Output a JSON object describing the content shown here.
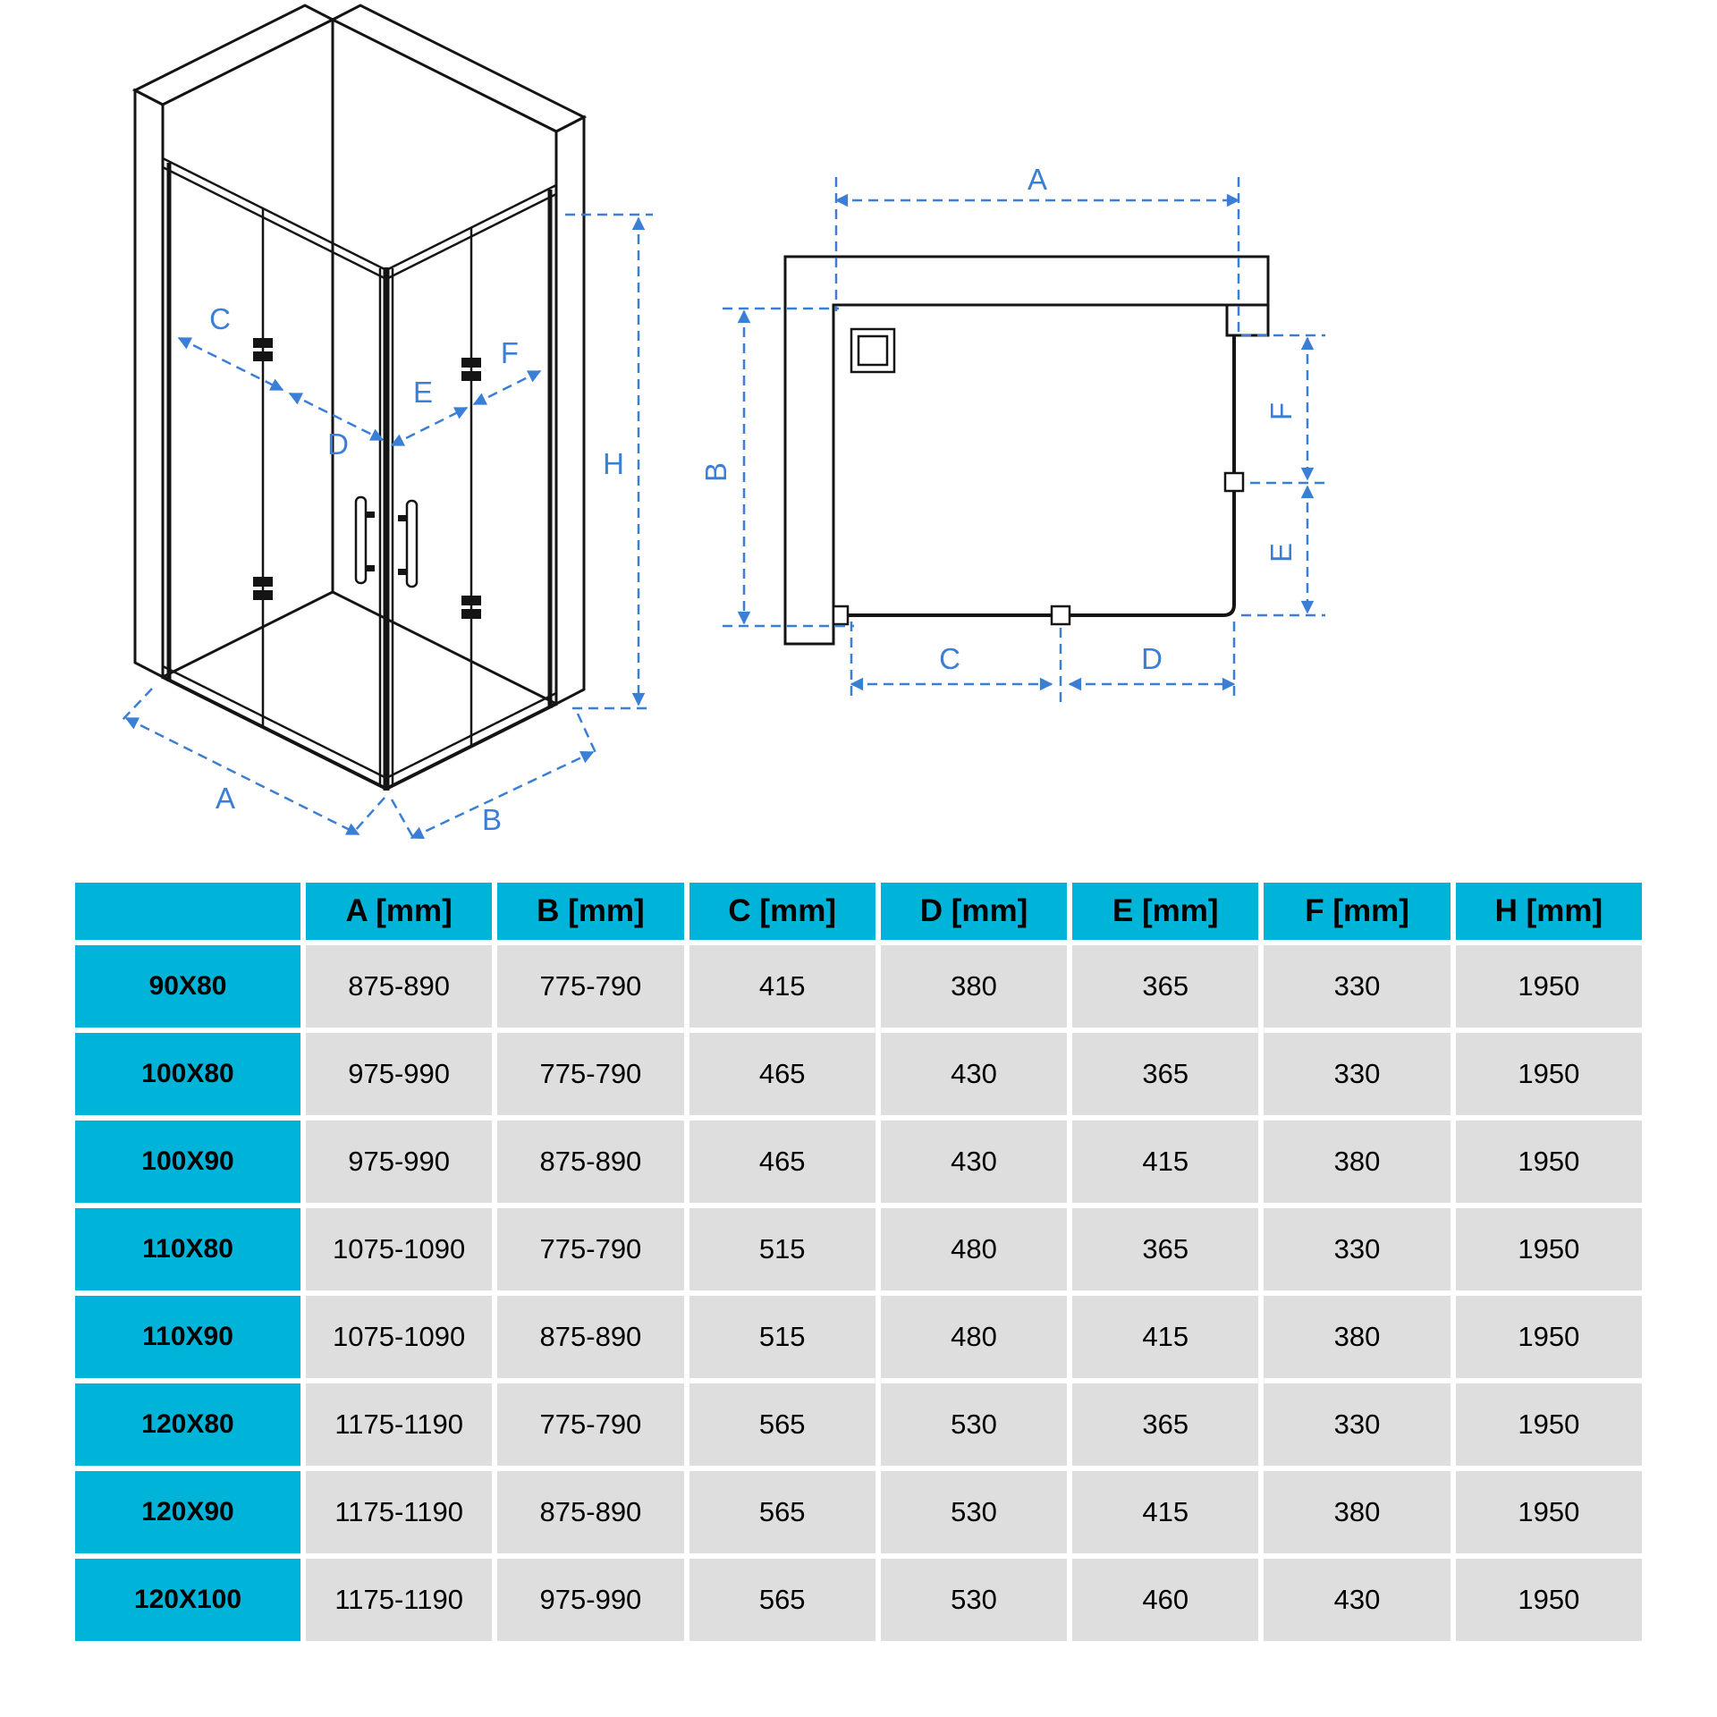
{
  "colors": {
    "accent": "#00b3d8",
    "dimension_blue": "#3a7fd5",
    "drawing_black": "#141414",
    "cell_gray": "#dedede"
  },
  "diagram": {
    "description": "Corner-entry bifold shower enclosure, isometric view and plan view with dimension callouts",
    "dim_labels": {
      "A": "A",
      "B": "B",
      "C": "C",
      "D": "D",
      "E": "E",
      "F": "F",
      "H": "H"
    }
  },
  "table": {
    "headers": [
      "",
      "A [mm]",
      "B [mm]",
      "C [mm]",
      "D [mm]",
      "E [mm]",
      "F [mm]",
      "H [mm]"
    ],
    "rows": [
      {
        "size": "90X80",
        "values": [
          "875-890",
          "775-790",
          "415",
          "380",
          "365",
          "330",
          "1950"
        ]
      },
      {
        "size": "100X80",
        "values": [
          "975-990",
          "775-790",
          "465",
          "430",
          "365",
          "330",
          "1950"
        ]
      },
      {
        "size": "100X90",
        "values": [
          "975-990",
          "875-890",
          "465",
          "430",
          "415",
          "380",
          "1950"
        ]
      },
      {
        "size": "110X80",
        "values": [
          "1075-1090",
          "775-790",
          "515",
          "480",
          "365",
          "330",
          "1950"
        ]
      },
      {
        "size": "110X90",
        "values": [
          "1075-1090",
          "875-890",
          "515",
          "480",
          "415",
          "380",
          "1950"
        ]
      },
      {
        "size": "120X80",
        "values": [
          "1175-1190",
          "775-790",
          "565",
          "530",
          "365",
          "330",
          "1950"
        ]
      },
      {
        "size": "120X90",
        "values": [
          "1175-1190",
          "875-890",
          "565",
          "530",
          "415",
          "380",
          "1950"
        ]
      },
      {
        "size": "120X100",
        "values": [
          "1175-1190",
          "975-990",
          "565",
          "530",
          "460",
          "430",
          "1950"
        ]
      }
    ]
  }
}
